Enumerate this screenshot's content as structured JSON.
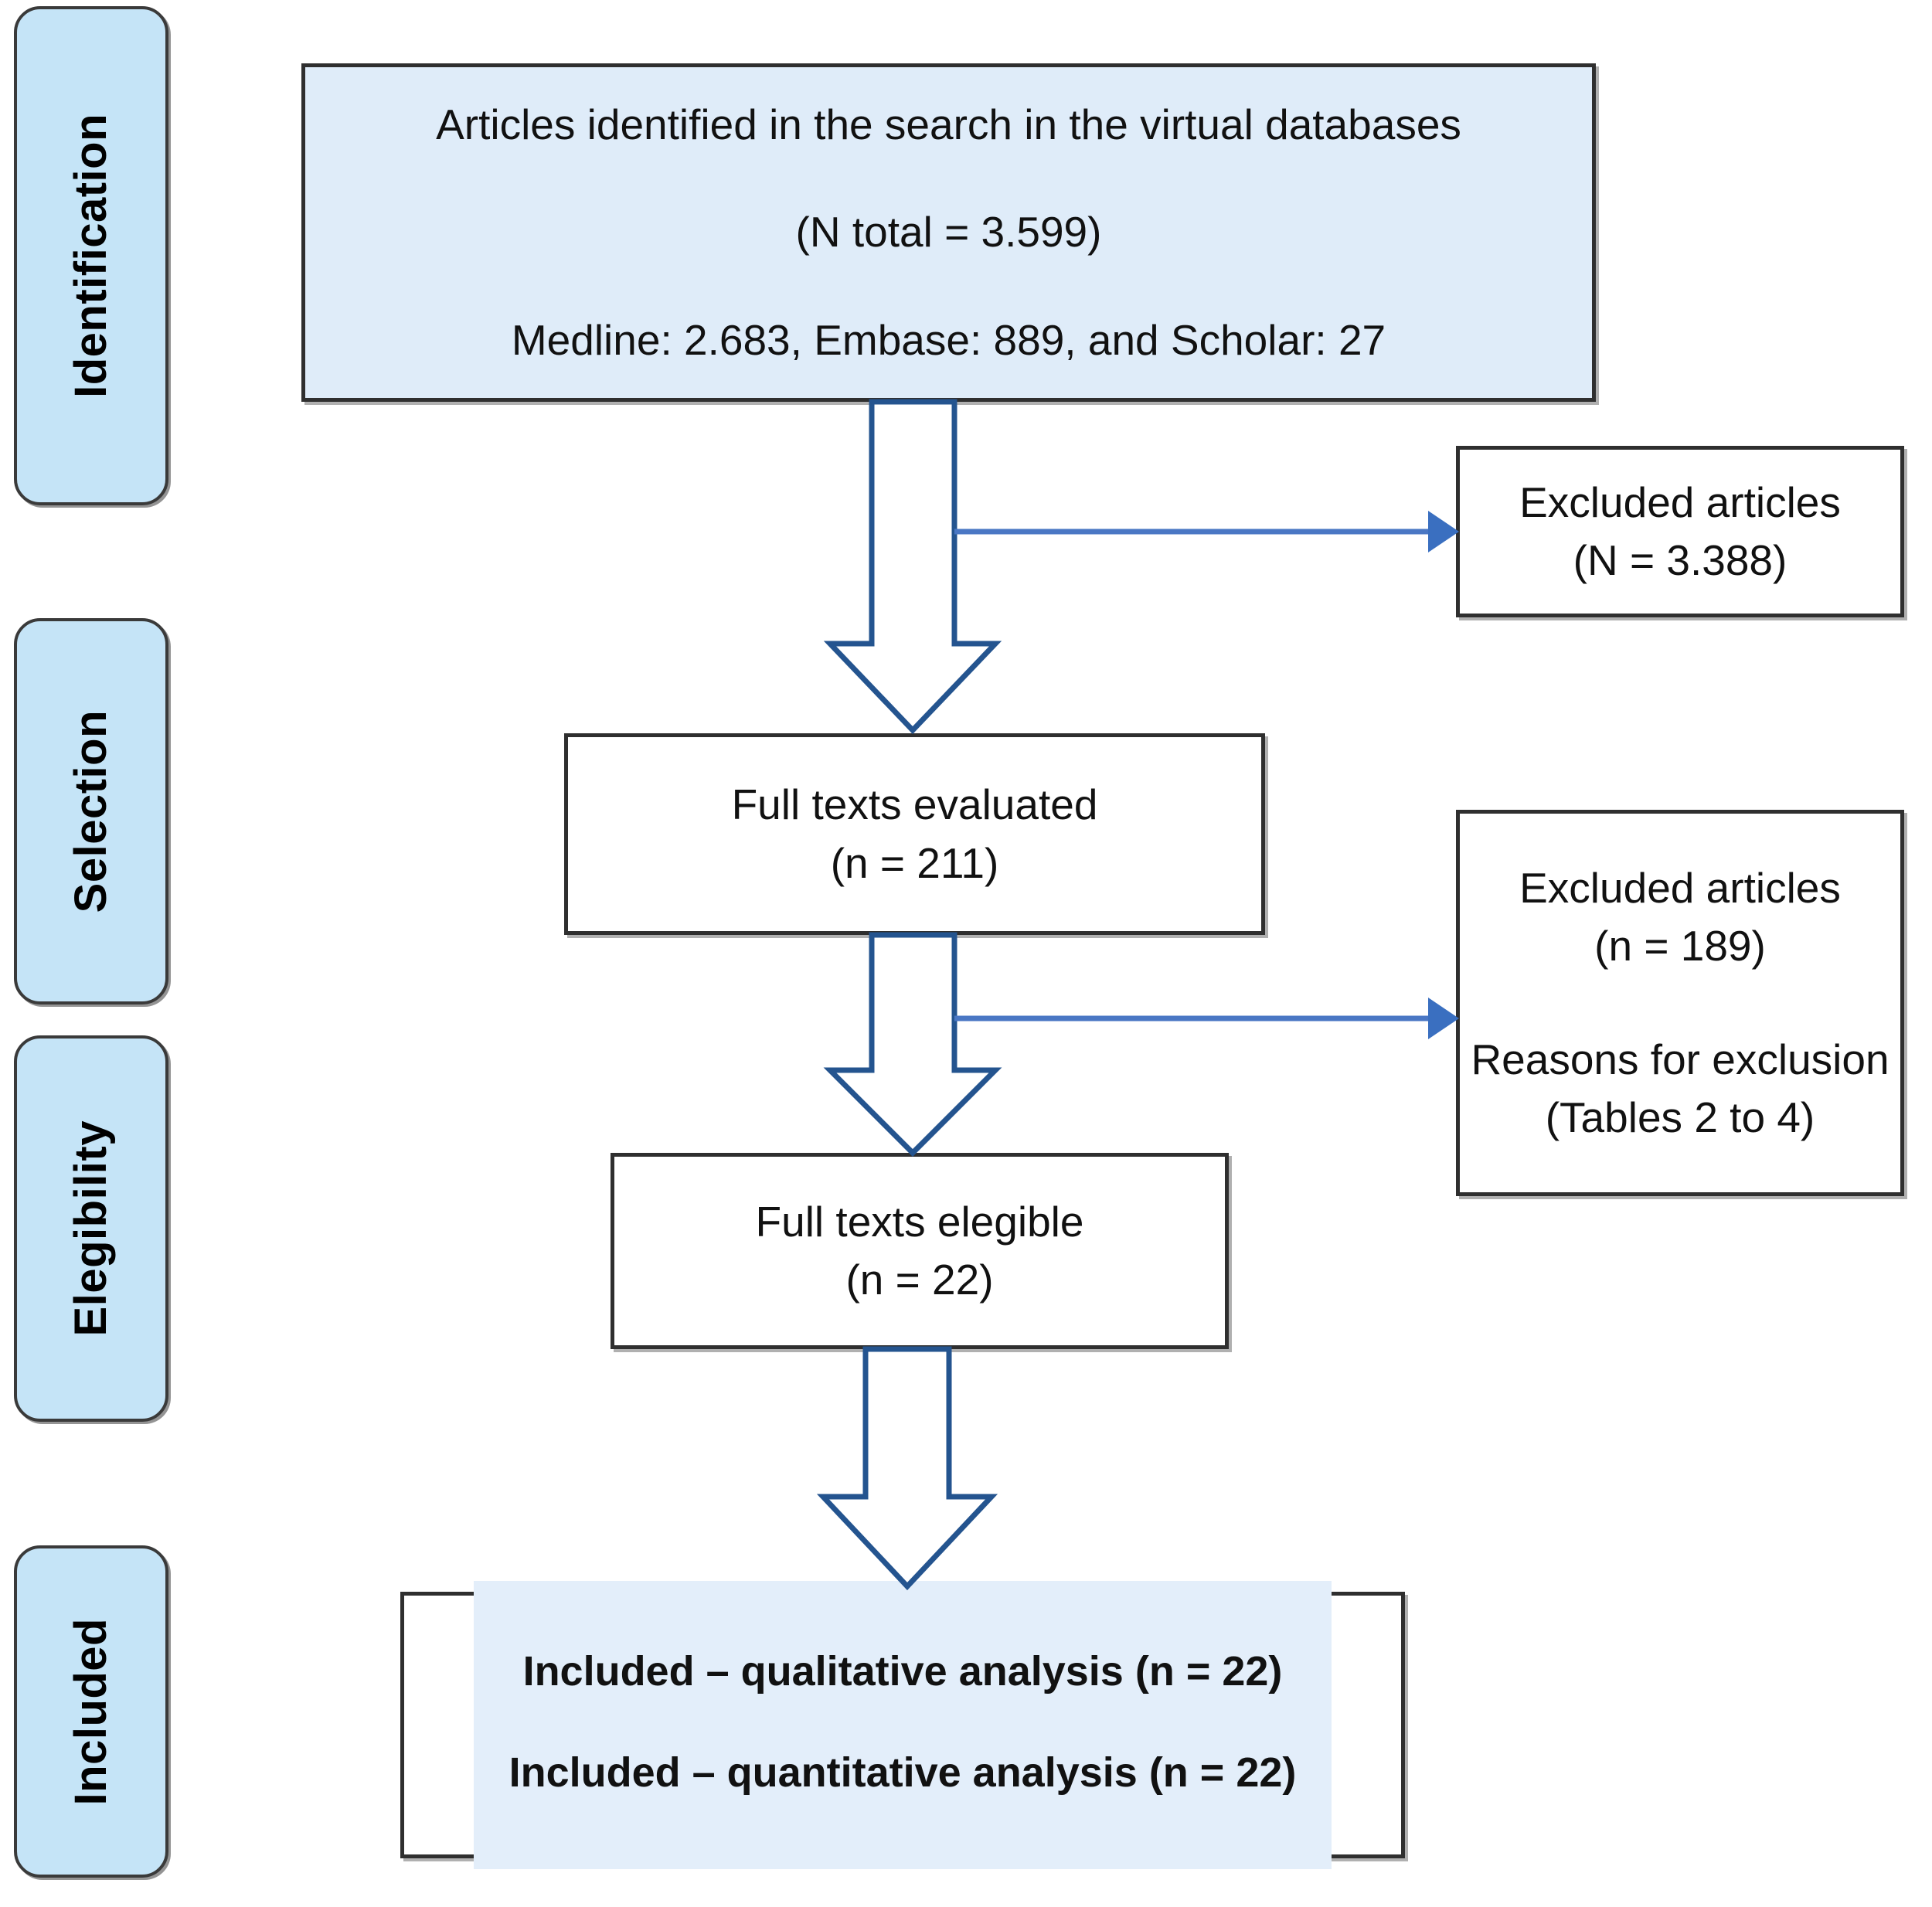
{
  "diagram": {
    "title": "PRISMA study selection flow diagram",
    "colors": {
      "stage_fill": "#c5e4f7",
      "stage_border": "#3a3a3a",
      "box_border": "#2f2f2f",
      "box_tint": "#dfecf9",
      "included_band": "#e3eefa",
      "block_arrow_stroke": "#24548f",
      "connector_blue": "#4a77c4"
    }
  },
  "stages": [
    {
      "label": "Identification"
    },
    {
      "label": "Selection"
    },
    {
      "label": "Elegibility"
    },
    {
      "label": "Included"
    }
  ],
  "boxes": {
    "identified": {
      "name": "articles-identified",
      "lines": [
        "Articles identified in the search in the virtual databases",
        "(N total = 3.599)",
        "Medline: 2.683, Embase: 889, and Scholar: 27"
      ]
    },
    "excluded_1": {
      "name": "excluded-articles-screening",
      "lines": [
        "Excluded articles",
        "(N = 3.388)"
      ]
    },
    "full_texts_evaluated": {
      "name": "full-texts-evaluated",
      "lines": [
        "Full texts evaluated",
        "(n = 211)"
      ]
    },
    "excluded_2": {
      "name": "excluded-articles-eligibility",
      "lines": [
        "Excluded articles",
        "(n = 189)",
        "",
        "Reasons for exclusion",
        "(Tables 2 to 4)"
      ]
    },
    "full_texts_eligible": {
      "name": "full-texts-eligible",
      "lines": [
        "Full texts elegible",
        "(n = 22)"
      ]
    },
    "included": {
      "name": "included-analysis",
      "lines": [
        "Included – qualitative analysis (n = 22)",
        "Included – quantitative analysis (n = 22)"
      ]
    }
  },
  "chart_data": {
    "type": "diagram-flow",
    "title": "PRISMA study selection flow",
    "nodes": [
      {
        "id": "identified",
        "stage": "Identification",
        "label": "Articles identified in the search in the virtual databases",
        "count_label": "N total = 3.599",
        "count": 3599,
        "breakdown": {
          "Medline": 2683,
          "Embase": 889,
          "Scholar": 27
        }
      },
      {
        "id": "excluded_1",
        "stage": "Identification",
        "label": "Excluded articles",
        "count_label": "N = 3.388",
        "count": 3388
      },
      {
        "id": "full_texts_evaluated",
        "stage": "Selection",
        "label": "Full texts evaluated",
        "count_label": "n = 211",
        "count": 211
      },
      {
        "id": "excluded_2",
        "stage": "Selection",
        "label": "Excluded articles",
        "count_label": "n = 189",
        "count": 189,
        "note": "Reasons for exclusion (Tables 2 to 4)"
      },
      {
        "id": "full_texts_eligible",
        "stage": "Elegibility",
        "label": "Full texts elegible",
        "count_label": "n = 22",
        "count": 22
      },
      {
        "id": "included_qualitative",
        "stage": "Included",
        "label": "Included – qualitative analysis",
        "count_label": "n = 22",
        "count": 22
      },
      {
        "id": "included_quantitative",
        "stage": "Included",
        "label": "Included – quantitative analysis",
        "count_label": "n = 22",
        "count": 22
      }
    ],
    "edges": [
      {
        "from": "identified",
        "to": "full_texts_evaluated",
        "kind": "block-arrow"
      },
      {
        "from": "identified",
        "to": "excluded_1",
        "kind": "connector"
      },
      {
        "from": "full_texts_evaluated",
        "to": "full_texts_eligible",
        "kind": "block-arrow"
      },
      {
        "from": "full_texts_evaluated",
        "to": "excluded_2",
        "kind": "connector"
      },
      {
        "from": "full_texts_eligible",
        "to": "included_qualitative",
        "kind": "block-arrow"
      }
    ]
  }
}
